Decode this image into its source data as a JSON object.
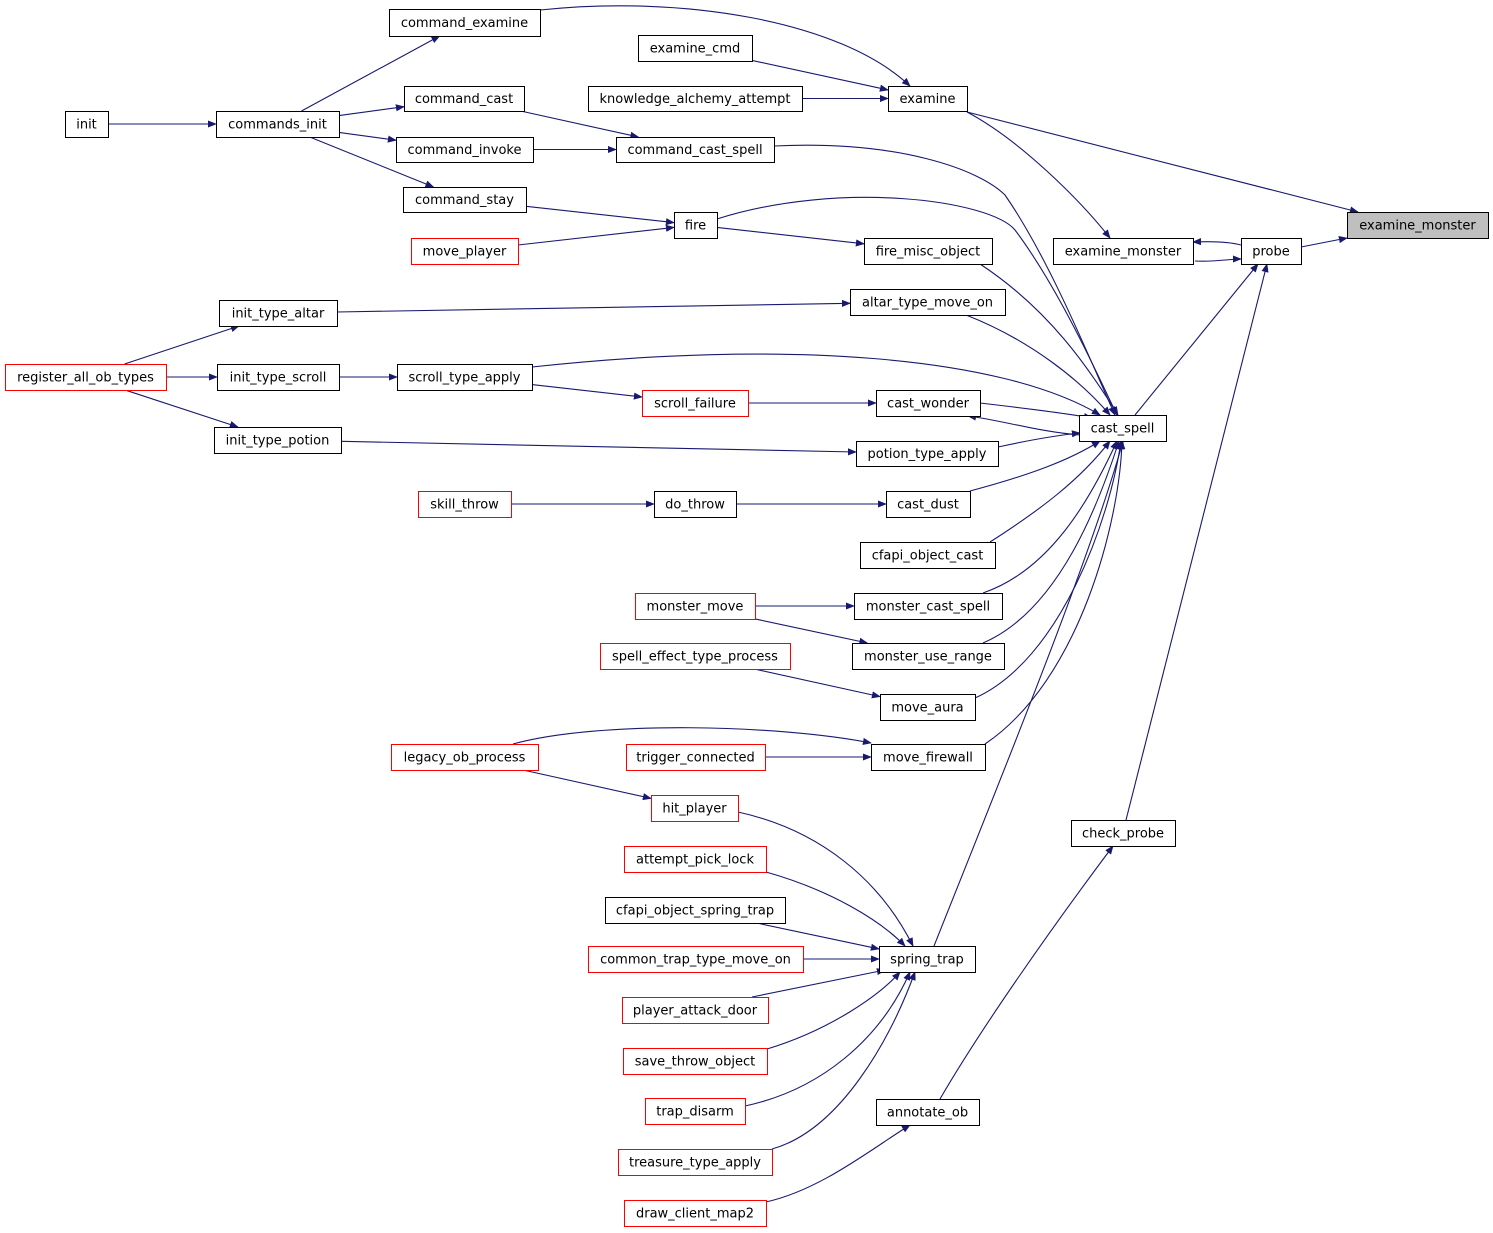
{
  "colors": {
    "edge": "#191970",
    "node_border": "#000000",
    "external_border": "#ff0000",
    "highlight_fill": "#bfbfbf",
    "node_fill": "#ffffff"
  },
  "nodes": [
    {
      "id": "examine_monster",
      "label": "examine_monster",
      "kind": "focus"
    },
    {
      "id": "examine",
      "label": "examine",
      "kind": "normal"
    },
    {
      "id": "probe",
      "label": "probe",
      "kind": "normal"
    },
    {
      "id": "command_examine",
      "label": "command_examine",
      "kind": "normal"
    },
    {
      "id": "examine_cmd",
      "label": "examine_cmd",
      "kind": "normal"
    },
    {
      "id": "knowledge_alchemy_attempt",
      "label": "knowledge_alchemy_attempt",
      "kind": "normal"
    },
    {
      "id": "commands_init",
      "label": "commands_init",
      "kind": "normal"
    },
    {
      "id": "init",
      "label": "init",
      "kind": "normal"
    },
    {
      "id": "command_cast",
      "label": "command_cast",
      "kind": "normal"
    },
    {
      "id": "command_invoke",
      "label": "command_invoke",
      "kind": "normal"
    },
    {
      "id": "command_cast_spell",
      "label": "command_cast_spell",
      "kind": "normal"
    },
    {
      "id": "command_stay",
      "label": "command_stay",
      "kind": "normal"
    },
    {
      "id": "fire",
      "label": "fire",
      "kind": "normal"
    },
    {
      "id": "move_player",
      "label": "move_player",
      "kind": "external"
    },
    {
      "id": "examine_monster_2",
      "label": "examine_monster",
      "kind": "normal"
    },
    {
      "id": "fire_misc_object",
      "label": "fire_misc_object",
      "kind": "normal"
    },
    {
      "id": "init_type_altar",
      "label": "init_type_altar",
      "kind": "normal"
    },
    {
      "id": "altar_type_move_on",
      "label": "altar_type_move_on",
      "kind": "normal"
    },
    {
      "id": "register_all_ob_types",
      "label": "register_all_ob_types",
      "kind": "external"
    },
    {
      "id": "init_type_scroll",
      "label": "init_type_scroll",
      "kind": "normal"
    },
    {
      "id": "scroll_type_apply",
      "label": "scroll_type_apply",
      "kind": "normal"
    },
    {
      "id": "scroll_failure",
      "label": "scroll_failure",
      "kind": "external"
    },
    {
      "id": "cast_wonder",
      "label": "cast_wonder",
      "kind": "normal"
    },
    {
      "id": "cast_spell",
      "label": "cast_spell",
      "kind": "normal"
    },
    {
      "id": "init_type_potion",
      "label": "init_type_potion",
      "kind": "normal"
    },
    {
      "id": "potion_type_apply",
      "label": "potion_type_apply",
      "kind": "normal"
    },
    {
      "id": "skill_throw",
      "label": "skill_throw",
      "kind": "external"
    },
    {
      "id": "do_throw",
      "label": "do_throw",
      "kind": "normal"
    },
    {
      "id": "cast_dust",
      "label": "cast_dust",
      "kind": "normal"
    },
    {
      "id": "cfapi_object_cast",
      "label": "cfapi_object_cast",
      "kind": "normal"
    },
    {
      "id": "monster_move",
      "label": "monster_move",
      "kind": "external"
    },
    {
      "id": "monster_cast_spell",
      "label": "monster_cast_spell",
      "kind": "normal"
    },
    {
      "id": "monster_use_range",
      "label": "monster_use_range",
      "kind": "normal"
    },
    {
      "id": "spell_effect_type_process",
      "label": "spell_effect_type_process",
      "kind": "external"
    },
    {
      "id": "move_aura",
      "label": "move_aura",
      "kind": "normal"
    },
    {
      "id": "legacy_ob_process",
      "label": "legacy_ob_process",
      "kind": "external"
    },
    {
      "id": "trigger_connected",
      "label": "trigger_connected",
      "kind": "external"
    },
    {
      "id": "move_firewall",
      "label": "move_firewall",
      "kind": "normal"
    },
    {
      "id": "hit_player",
      "label": "hit_player",
      "kind": "external"
    },
    {
      "id": "check_probe",
      "label": "check_probe",
      "kind": "normal"
    },
    {
      "id": "attempt_pick_lock",
      "label": "attempt_pick_lock",
      "kind": "external"
    },
    {
      "id": "cfapi_object_spring_trap",
      "label": "cfapi_object_spring_trap",
      "kind": "normal"
    },
    {
      "id": "common_trap_type_move_on",
      "label": "common_trap_type_move_on",
      "kind": "external"
    },
    {
      "id": "spring_trap",
      "label": "spring_trap",
      "kind": "normal"
    },
    {
      "id": "player_attack_door",
      "label": "player_attack_door",
      "kind": "external"
    },
    {
      "id": "save_throw_object",
      "label": "save_throw_object",
      "kind": "external"
    },
    {
      "id": "trap_disarm",
      "label": "trap_disarm",
      "kind": "external"
    },
    {
      "id": "annotate_ob",
      "label": "annotate_ob",
      "kind": "normal"
    },
    {
      "id": "treasure_type_apply",
      "label": "treasure_type_apply",
      "kind": "external"
    },
    {
      "id": "draw_client_map2",
      "label": "draw_client_map2",
      "kind": "external"
    }
  ],
  "edges": [
    {
      "from": "examine",
      "to": "examine_monster"
    },
    {
      "from": "probe",
      "to": "examine_monster"
    },
    {
      "from": "command_examine",
      "to": "examine"
    },
    {
      "from": "examine_cmd",
      "to": "examine"
    },
    {
      "from": "knowledge_alchemy_attempt",
      "to": "examine"
    },
    {
      "from": "commands_init",
      "to": "command_examine"
    },
    {
      "from": "commands_init",
      "to": "command_cast"
    },
    {
      "from": "commands_init",
      "to": "command_invoke"
    },
    {
      "from": "commands_init",
      "to": "command_stay"
    },
    {
      "from": "init",
      "to": "commands_init"
    },
    {
      "from": "command_cast",
      "to": "command_cast_spell"
    },
    {
      "from": "command_invoke",
      "to": "command_cast_spell"
    },
    {
      "from": "command_stay",
      "to": "fire"
    },
    {
      "from": "move_player",
      "to": "fire"
    },
    {
      "from": "fire",
      "to": "fire_misc_object"
    },
    {
      "from": "examine",
      "to": "examine_monster_2"
    },
    {
      "from": "probe",
      "to": "examine_monster_2"
    },
    {
      "from": "examine_monster_2",
      "to": "probe"
    },
    {
      "from": "cast_spell",
      "to": "probe"
    },
    {
      "from": "check_probe",
      "to": "probe"
    },
    {
      "from": "command_cast_spell",
      "to": "cast_spell"
    },
    {
      "from": "fire",
      "to": "cast_spell"
    },
    {
      "from": "fire_misc_object",
      "to": "cast_spell"
    },
    {
      "from": "altar_type_move_on",
      "to": "cast_spell"
    },
    {
      "from": "scroll_type_apply",
      "to": "cast_spell"
    },
    {
      "from": "cast_wonder",
      "to": "cast_spell"
    },
    {
      "from": "cast_spell",
      "to": "cast_wonder"
    },
    {
      "from": "potion_type_apply",
      "to": "cast_spell"
    },
    {
      "from": "cast_dust",
      "to": "cast_spell"
    },
    {
      "from": "cfapi_object_cast",
      "to": "cast_spell"
    },
    {
      "from": "monster_cast_spell",
      "to": "cast_spell"
    },
    {
      "from": "monster_use_range",
      "to": "cast_spell"
    },
    {
      "from": "move_aura",
      "to": "cast_spell"
    },
    {
      "from": "move_firewall",
      "to": "cast_spell"
    },
    {
      "from": "spring_trap",
      "to": "cast_spell"
    },
    {
      "from": "init_type_altar",
      "to": "altar_type_move_on"
    },
    {
      "from": "register_all_ob_types",
      "to": "init_type_altar"
    },
    {
      "from": "register_all_ob_types",
      "to": "init_type_scroll"
    },
    {
      "from": "register_all_ob_types",
      "to": "init_type_potion"
    },
    {
      "from": "init_type_scroll",
      "to": "scroll_type_apply"
    },
    {
      "from": "scroll_type_apply",
      "to": "scroll_failure"
    },
    {
      "from": "scroll_failure",
      "to": "cast_wonder"
    },
    {
      "from": "init_type_potion",
      "to": "potion_type_apply"
    },
    {
      "from": "skill_throw",
      "to": "do_throw"
    },
    {
      "from": "do_throw",
      "to": "cast_dust"
    },
    {
      "from": "monster_move",
      "to": "monster_cast_spell"
    },
    {
      "from": "monster_move",
      "to": "monster_use_range"
    },
    {
      "from": "spell_effect_type_process",
      "to": "move_aura"
    },
    {
      "from": "legacy_ob_process",
      "to": "move_firewall"
    },
    {
      "from": "trigger_connected",
      "to": "move_firewall"
    },
    {
      "from": "legacy_ob_process",
      "to": "hit_player"
    },
    {
      "from": "hit_player",
      "to": "spring_trap"
    },
    {
      "from": "attempt_pick_lock",
      "to": "spring_trap"
    },
    {
      "from": "cfapi_object_spring_trap",
      "to": "spring_trap"
    },
    {
      "from": "common_trap_type_move_on",
      "to": "spring_trap"
    },
    {
      "from": "player_attack_door",
      "to": "spring_trap"
    },
    {
      "from": "save_throw_object",
      "to": "spring_trap"
    },
    {
      "from": "trap_disarm",
      "to": "spring_trap"
    },
    {
      "from": "treasure_type_apply",
      "to": "spring_trap"
    },
    {
      "from": "annotate_ob",
      "to": "check_probe"
    },
    {
      "from": "draw_client_map2",
      "to": "annotate_ob"
    }
  ]
}
